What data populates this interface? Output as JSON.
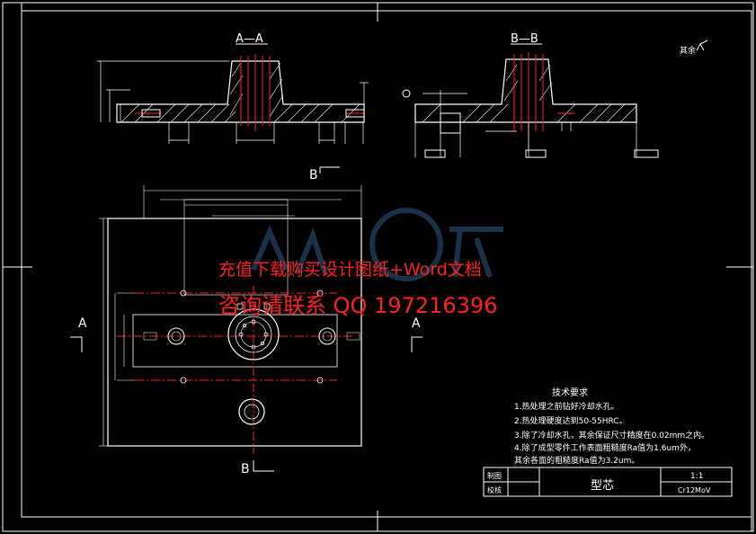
{
  "sections": {
    "aa": "A—A",
    "bb": "B—B",
    "a_left": "A",
    "a_right": "A",
    "b_top": "B",
    "b_bottom": "B"
  },
  "roughness_note": "其余",
  "tech_requirements": {
    "title": "技术要求",
    "items": [
      "1.热处理之前钻好冷却水孔。",
      "2.热处理硬度达到50-55HRC。",
      "3.除了冷却水孔，其余保证尺寸精度在0.02mm之内。",
      "4.除了成型零件工作表面粗糙度Ra值为1.6um外，",
      "其余各面的粗糙度Ra值为3.2um。"
    ]
  },
  "title_block": {
    "label_draw": "制图",
    "label_check": "校核",
    "part_name": "型芯",
    "scale": "1:1",
    "material": "Cr12MoV"
  },
  "watermark": {
    "line1": "充值下载购买设计图纸+Word文档",
    "line2": "咨询请联系 QQ 197216396"
  },
  "colors": {
    "outline": "#ffffff",
    "centerline": "#ff2020",
    "dimension": "#ffffff",
    "watermark": "#ff2020",
    "logo": "#3a6ea5"
  }
}
